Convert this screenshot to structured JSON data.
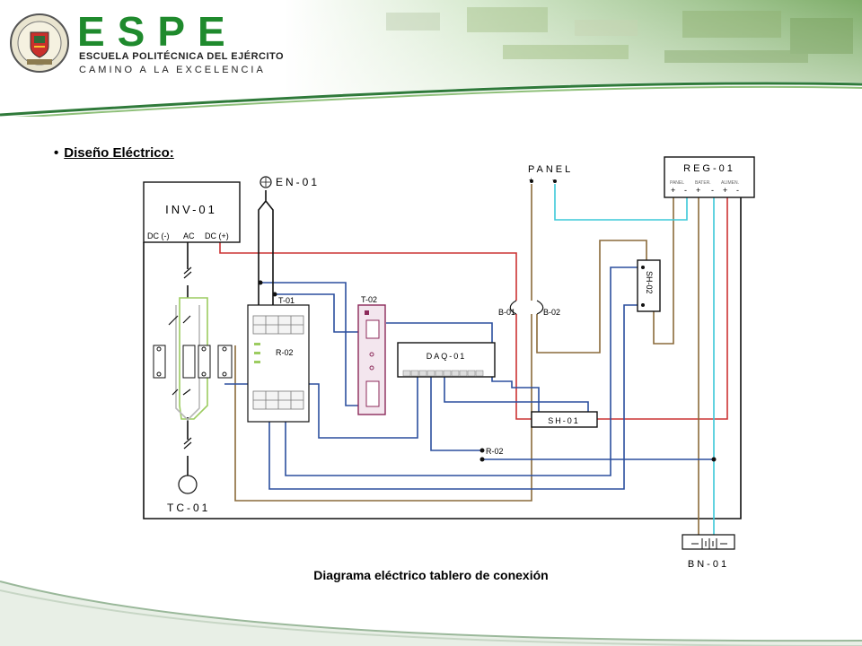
{
  "header": {
    "brand": "ESPE",
    "subtitle": "ESCUELA POLITÉCNICA DEL EJÉRCITO",
    "motto": "CAMINO A LA EXCELENCIA"
  },
  "slide": {
    "bullet": "Diseño Eléctrico:",
    "caption": "Diagrama eléctrico tablero de conexión"
  },
  "diagram": {
    "inverter": {
      "label": "INV-01",
      "terminals": [
        "DC (-)",
        "AC",
        "DC (+)"
      ]
    },
    "energy_meter": "EN-01",
    "current_transformer": "TC-01",
    "terminal_block_1": "T-01",
    "terminal_block_2": "T-02",
    "relay_inner": "R-02",
    "relay_outer": "R-02",
    "daq": "DAQ-01",
    "shunt_1": "SH-01",
    "shunt_2": "SH-02",
    "breaker_1": "B-01",
    "breaker_2": "B-02",
    "panel": {
      "label": "PANEL",
      "terminals": [
        "+",
        "-"
      ]
    },
    "regulator": {
      "label": "REG-01",
      "groups": [
        "PANEL",
        "BATER.",
        "ALIMEN."
      ],
      "polarity": [
        "+",
        "-",
        "+",
        "-",
        "+",
        "-"
      ]
    },
    "battery": "BN-01",
    "wire_colors": {
      "red": "#cc3333",
      "blue": "#2b4f9e",
      "cyan": "#3cc8d8",
      "brown": "#8a6a3a",
      "black": "#111111",
      "green": "#9ccc60"
    }
  }
}
